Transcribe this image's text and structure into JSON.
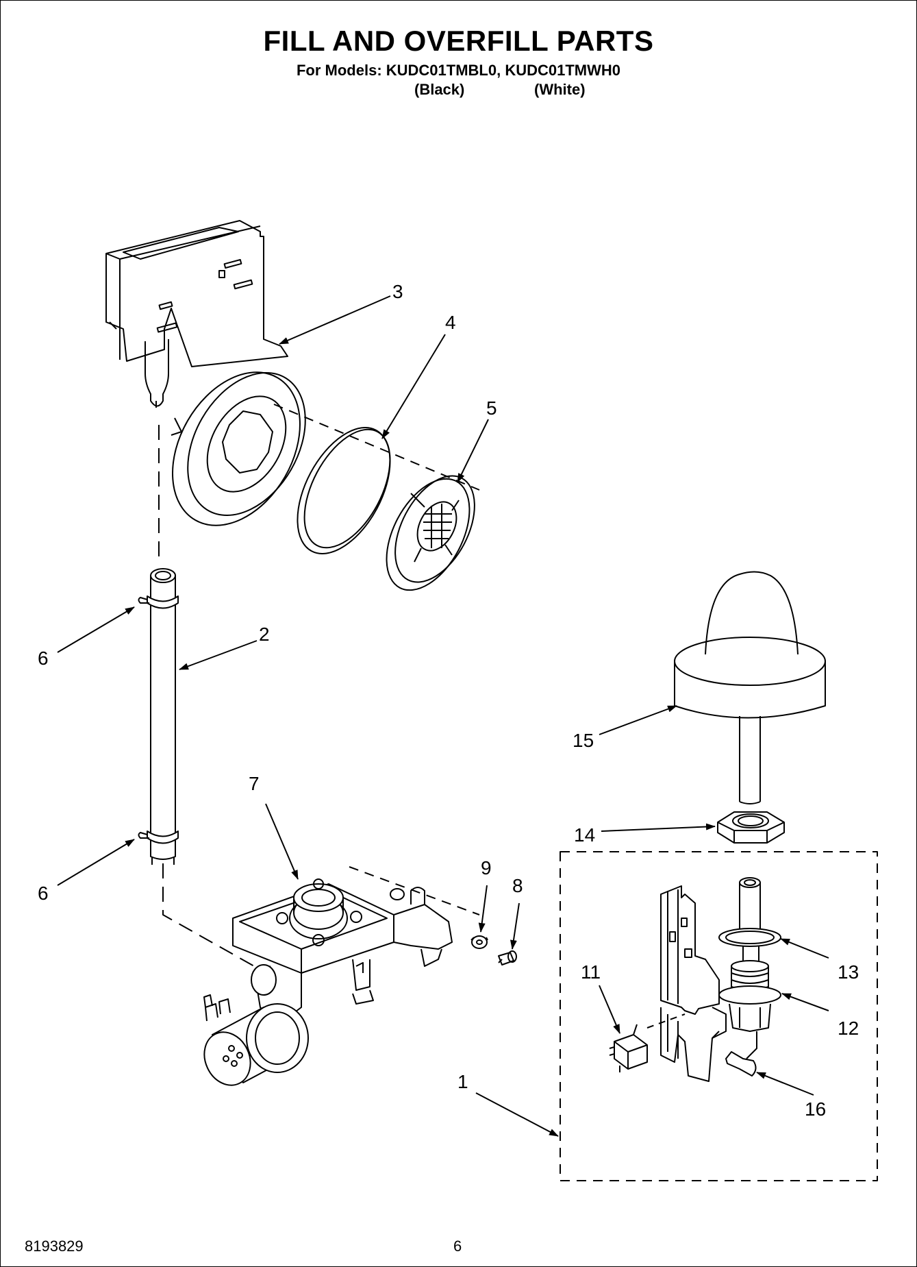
{
  "header": {
    "title": "FILL AND OVERFILL PARTS",
    "models_line": "For Models: KUDC01TMBL0, KUDC01TMWH0",
    "variant_black": "(Black)",
    "variant_white": "(White)"
  },
  "callouts": {
    "c1": "1",
    "c2": "2",
    "c3": "3",
    "c4": "4",
    "c5": "5",
    "c6a": "6",
    "c6b": "6",
    "c7": "7",
    "c8": "8",
    "c9": "9",
    "c11": "11",
    "c12": "12",
    "c13": "13",
    "c14": "14",
    "c15": "15",
    "c16": "16"
  },
  "footer": {
    "doc_number": "8193829",
    "page_number": "6"
  }
}
